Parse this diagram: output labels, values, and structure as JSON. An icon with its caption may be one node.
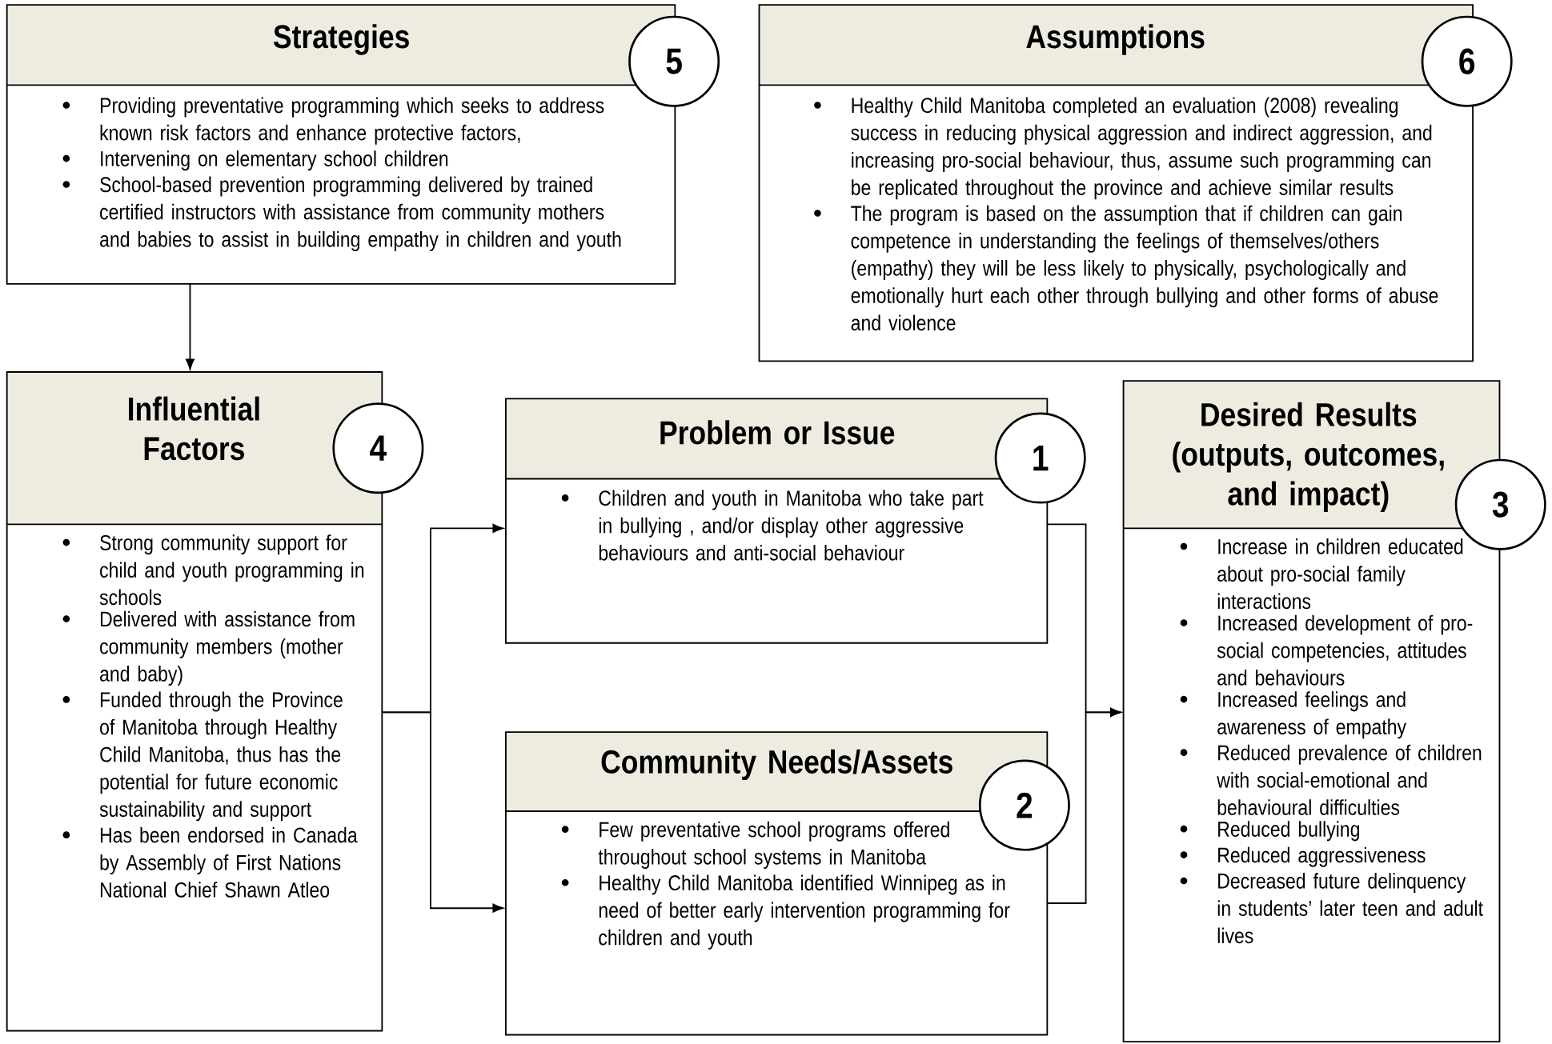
{
  "diagram": {
    "nodes": [
      {
        "text": [
          "Strategies",
          "Providing preventative programming which seeks to address known risk factors and enhance protective factors,",
          "Intervening on elementary school children",
          "School-based prevention programming delivered by trained certified instructors with assistance from community mothers and babies to assist in building empathy in children and youth"
        ]
      },
      {
        "text": [
          "5"
        ]
      },
      {
        "text": [
          "Assumptions",
          "Healthy Child Manitoba completed an evaluation (2008) revealing success in reducing physical aggression and indirect aggression, and increasing pro-social behaviour, thus, assume such programming can be replicated throughout the province and achieve similar results",
          "The program is based on the assumption that if children can gain competence in understanding the feelings of themselves/others (empathy) they will be less likely to physically, psychologically and emotionally hurt each other through bullying and other forms of abuse and violence"
        ]
      },
      {
        "text": [
          "6"
        ]
      },
      {
        "text": [
          "Influential Factors",
          "Strong community support for child and youth programming in schools",
          "Delivered with assistance from community members (mother and baby)",
          "Funded through the Province of Manitoba through Healthy Child Manitoba, thus has the potential for future economic sustainability and support",
          "Has been endorsed in Canada by Assembly of First Nations National Chief Shawn Atleo"
        ]
      },
      {
        "text": [
          "4"
        ]
      },
      {
        "text": [
          "Problem or Issue",
          "Children and youth in Manitoba who take part in bullying , and/or display other aggressive behaviours and anti-social behaviour"
        ]
      },
      {
        "text": [
          "1"
        ]
      },
      {
        "text": [
          "Desired Results (outputs, outcomes, and impact)",
          "Increase in children educated about pro-social family interactions",
          "Increased development of pro-social competencies, attitudes and behaviours",
          "Increased feelings and awareness of empathy",
          "Reduced prevalence of children with social-emotional and behavioural difficulties",
          "Reduced bullying",
          "Reduced aggressiveness",
          "Decreased future delinquency in students’ later teen and adult lives"
        ]
      },
      {
        "text": [
          "3"
        ]
      },
      {
        "text": [
          "Community Needs/Assets",
          "Few preventative school programs offered throughout school systems in Manitoba",
          "Healthy Child Manitoba identified Winnipeg as in need of better early intervention programming for children and youth"
        ]
      },
      {
        "text": [
          "2"
        ]
      }
    ],
    "edges": [
      {
        "from": 0,
        "to": 4,
        "arrow": "to"
      },
      {
        "from": 4,
        "to": 6,
        "arrow": "to"
      },
      {
        "from": 4,
        "to": 10,
        "arrow": "to"
      },
      {
        "from": 6,
        "to": 8,
        "arrow": "to"
      },
      {
        "from": 10,
        "to": 8,
        "arrow": "to"
      }
    ]
  }
}
